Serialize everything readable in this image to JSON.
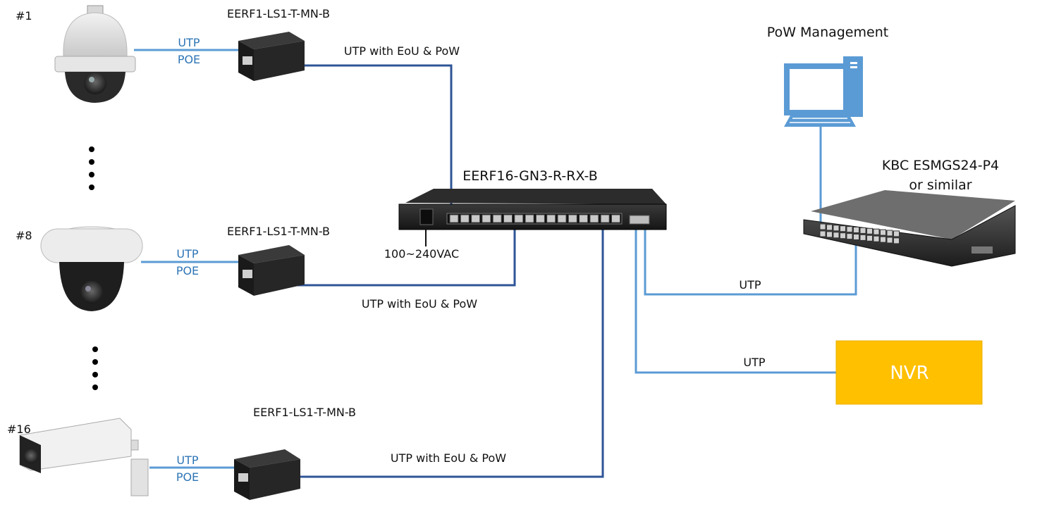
{
  "cameras": [
    {
      "number": "#1",
      "link_top": "UTP",
      "link_bottom": "POE",
      "extender": "EERF1-LS1-T-MN-B",
      "uplink": "UTP with EoU & PoW"
    },
    {
      "number": "#8",
      "link_top": "UTP",
      "link_bottom": "POE",
      "extender": "EERF1-LS1-T-MN-B",
      "uplink": "UTP with EoU & PoW"
    },
    {
      "number": "#16",
      "link_top": "UTP",
      "link_bottom": "POE",
      "extender": "EERF1-LS1-T-MN-B",
      "uplink": "UTP with EoU & PoW"
    }
  ],
  "central_switch": {
    "model": "EERF16-GN3-R-RX-B",
    "power": "100~240VAC"
  },
  "management": {
    "label": "PoW Management"
  },
  "network_switch": {
    "model": "KBC ESMGS24-P4",
    "note": "or similar"
  },
  "links": {
    "switch_uplink": "UTP",
    "nvr_uplink": "UTP"
  },
  "nvr": {
    "label": "NVR"
  },
  "colors": {
    "poe_line": "#5b9bd5",
    "eou_line": "#2f5597",
    "nvr_fill": "#ffc000",
    "label_blue": "#2e75b6"
  }
}
